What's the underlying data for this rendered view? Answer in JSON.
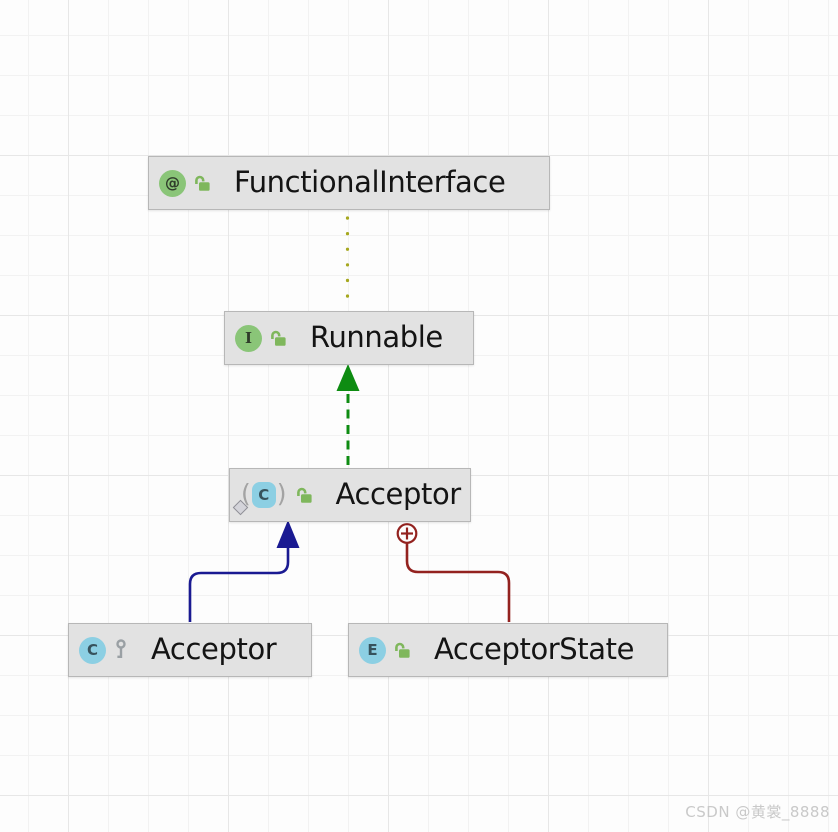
{
  "diagram": {
    "type": "uml-class-diagram",
    "nodes": {
      "functionalInterface": {
        "label": "FunctionalInterface",
        "badge": "@",
        "kind": "annotation",
        "visibility": "public"
      },
      "runnable": {
        "label": "Runnable",
        "badge": "I",
        "kind": "interface",
        "visibility": "public"
      },
      "acceptorMain": {
        "label": "Acceptor",
        "badge": "C",
        "kind": "class",
        "visibility": "public",
        "paren_open": "(",
        "paren_close": ")",
        "decorators": [
          "parentheses",
          "diamond-marker"
        ]
      },
      "acceptorChild": {
        "label": "Acceptor",
        "badge": "C",
        "kind": "class",
        "visibility": "package-private"
      },
      "acceptorState": {
        "label": "AcceptorState",
        "badge": "E",
        "kind": "enum",
        "visibility": "public"
      }
    },
    "edges": [
      {
        "from": "FunctionalInterface",
        "to": "Runnable",
        "relation": "annotation-link",
        "style": "dotted",
        "color": "#a6a81f"
      },
      {
        "from": "Acceptor",
        "to": "Runnable",
        "relation": "implements",
        "style": "dashed-arrow",
        "color": "#0e8c12"
      },
      {
        "from": "Acceptor (bottom)",
        "to": "Acceptor",
        "relation": "extends",
        "style": "solid-arrow",
        "color": "#1a1a92"
      },
      {
        "from": "AcceptorState",
        "to": "Acceptor",
        "relation": "inner-class",
        "style": "solid-line-plus-circle",
        "color": "#93221f"
      }
    ],
    "colors": {
      "node_fill": "#e2e2e2",
      "node_border": "#b7b7b7",
      "annotation_icon": "#8ac578",
      "interface_icon": "#8ac578",
      "class_icon": "#8ccfe3",
      "enum_icon": "#8ccfe3",
      "lock_icon": "#7fb75c",
      "key_icon": "#9aa0a4",
      "grid_minor": "#f2f2f2",
      "grid_major": "#e7e7e7"
    }
  },
  "watermark": {
    "text": "CSDN @黄裳_8888"
  }
}
